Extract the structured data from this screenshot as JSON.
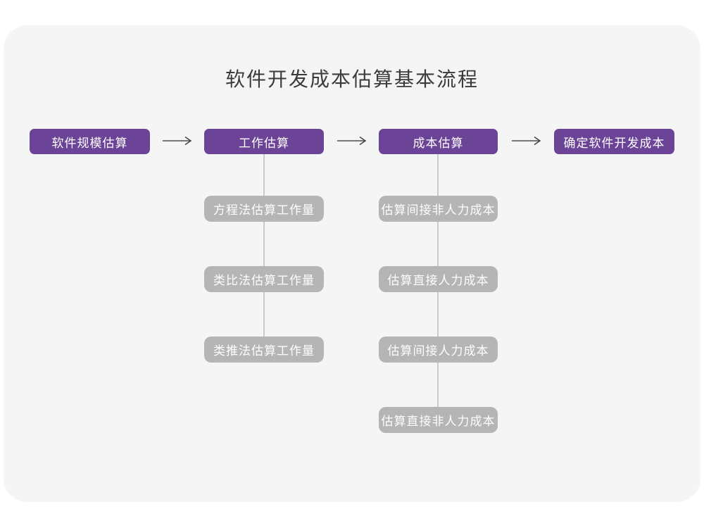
{
  "title": "软件开发成本估算基本流程",
  "colors": {
    "stage_box": "#6b4397",
    "sub_box": "#b5b5b5",
    "card_background": "#f5f5f6",
    "page_background": "#ffffff",
    "title_text": "#3b3b3b",
    "box_text": "#ffffff",
    "arrow": "#4c4c4c",
    "connector_line": "#cacaca"
  },
  "flow_stages": [
    {
      "label": "软件规模估算"
    },
    {
      "label": "工作估算"
    },
    {
      "label": "成本估算"
    },
    {
      "label": "确定软件开发成本"
    }
  ],
  "work_estimation_methods": {
    "items": [
      "方程法估算工作量",
      "类比法估算工作量",
      "类推法估算工作量"
    ]
  },
  "cost_estimation_steps": {
    "items": [
      "估算间接非人力成本",
      "估算直接人力成本",
      "估算间接人力成本",
      "估算直接非人力成本"
    ]
  }
}
